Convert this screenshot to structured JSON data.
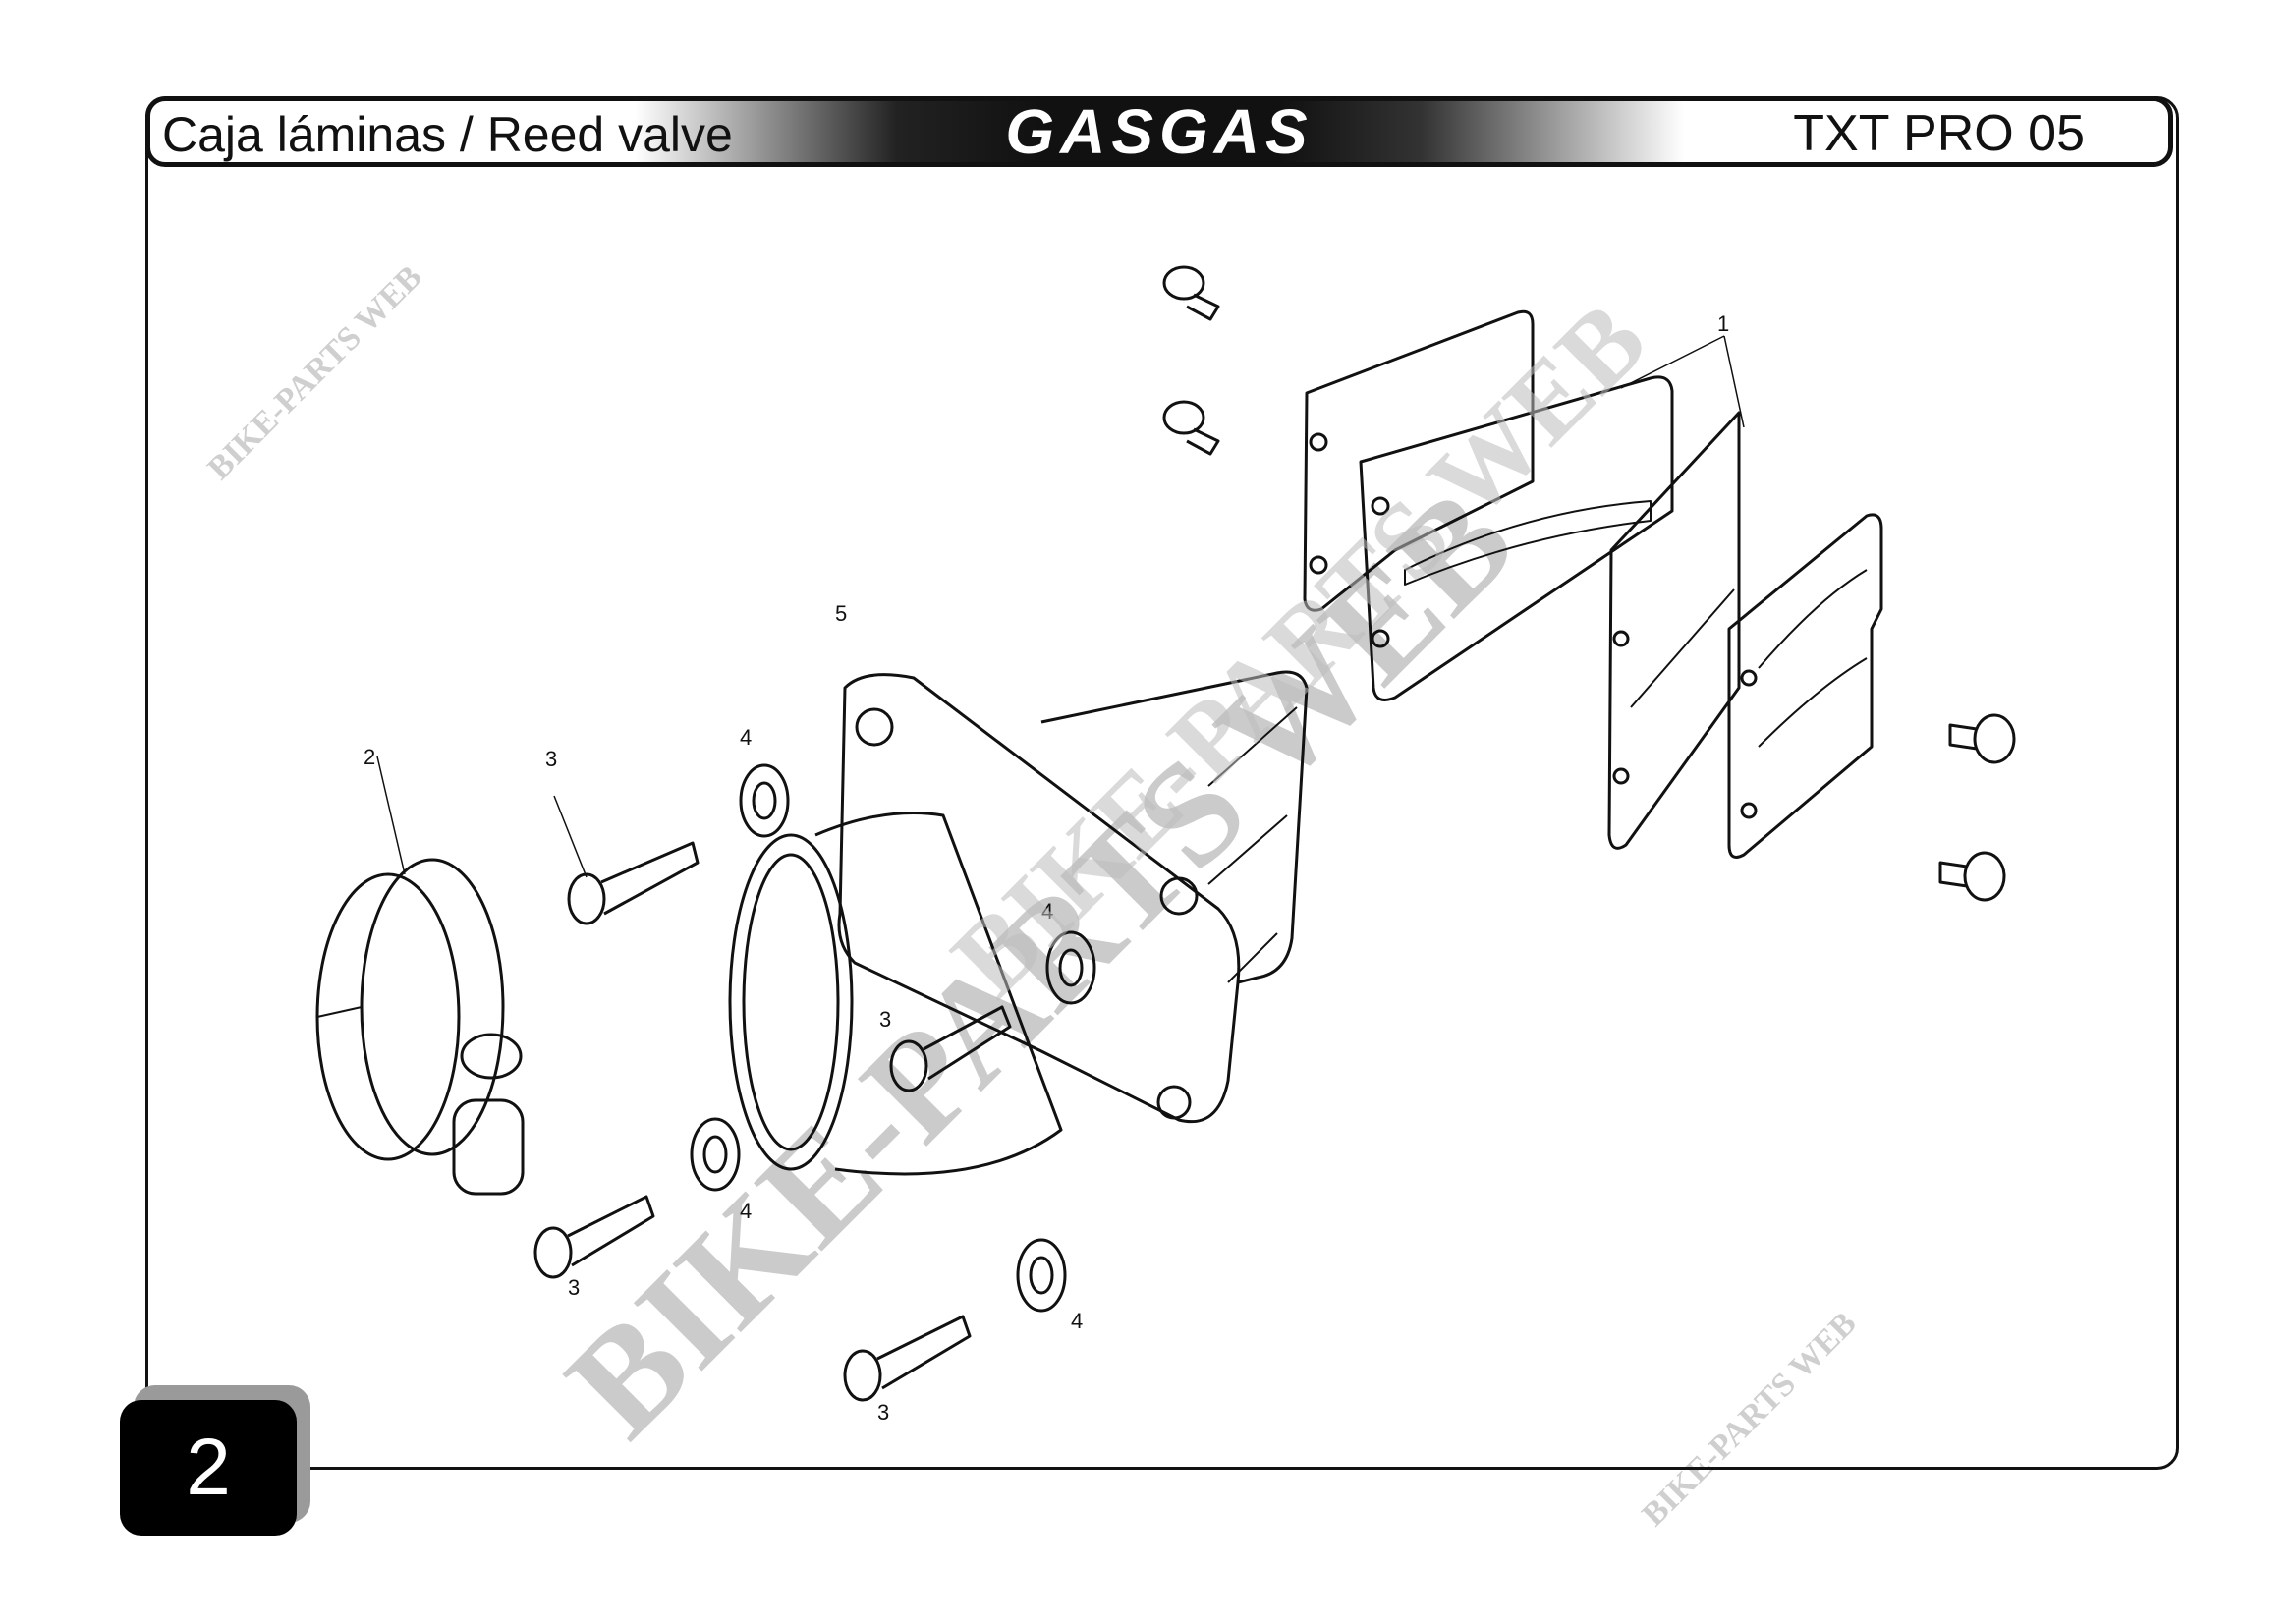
{
  "header": {
    "title": "Caja láminas / Reed valve",
    "brand": "GASGAS",
    "model": "TXT PRO 05"
  },
  "page_number": "2",
  "watermarks": [
    "BIKE-PARTS WEB",
    "BIKE-PARTS WEB",
    "BIKE-PARTS WEB",
    "BIKE-PARTS WEB"
  ],
  "callouts": {
    "c1": "1",
    "c2": "2",
    "c3a": "3",
    "c3b": "3",
    "c3c": "3",
    "c3d": "3",
    "c4a": "4",
    "c4b": "4",
    "c4c": "4",
    "c4d": "4",
    "c5": "5"
  },
  "parts": [
    "reed-petals",
    "hose-clamp",
    "bolt",
    "washer",
    "intake-manifold"
  ],
  "colors": {
    "ink": "#111111",
    "watermark": "#cfcfcf",
    "tab": "#000000"
  }
}
